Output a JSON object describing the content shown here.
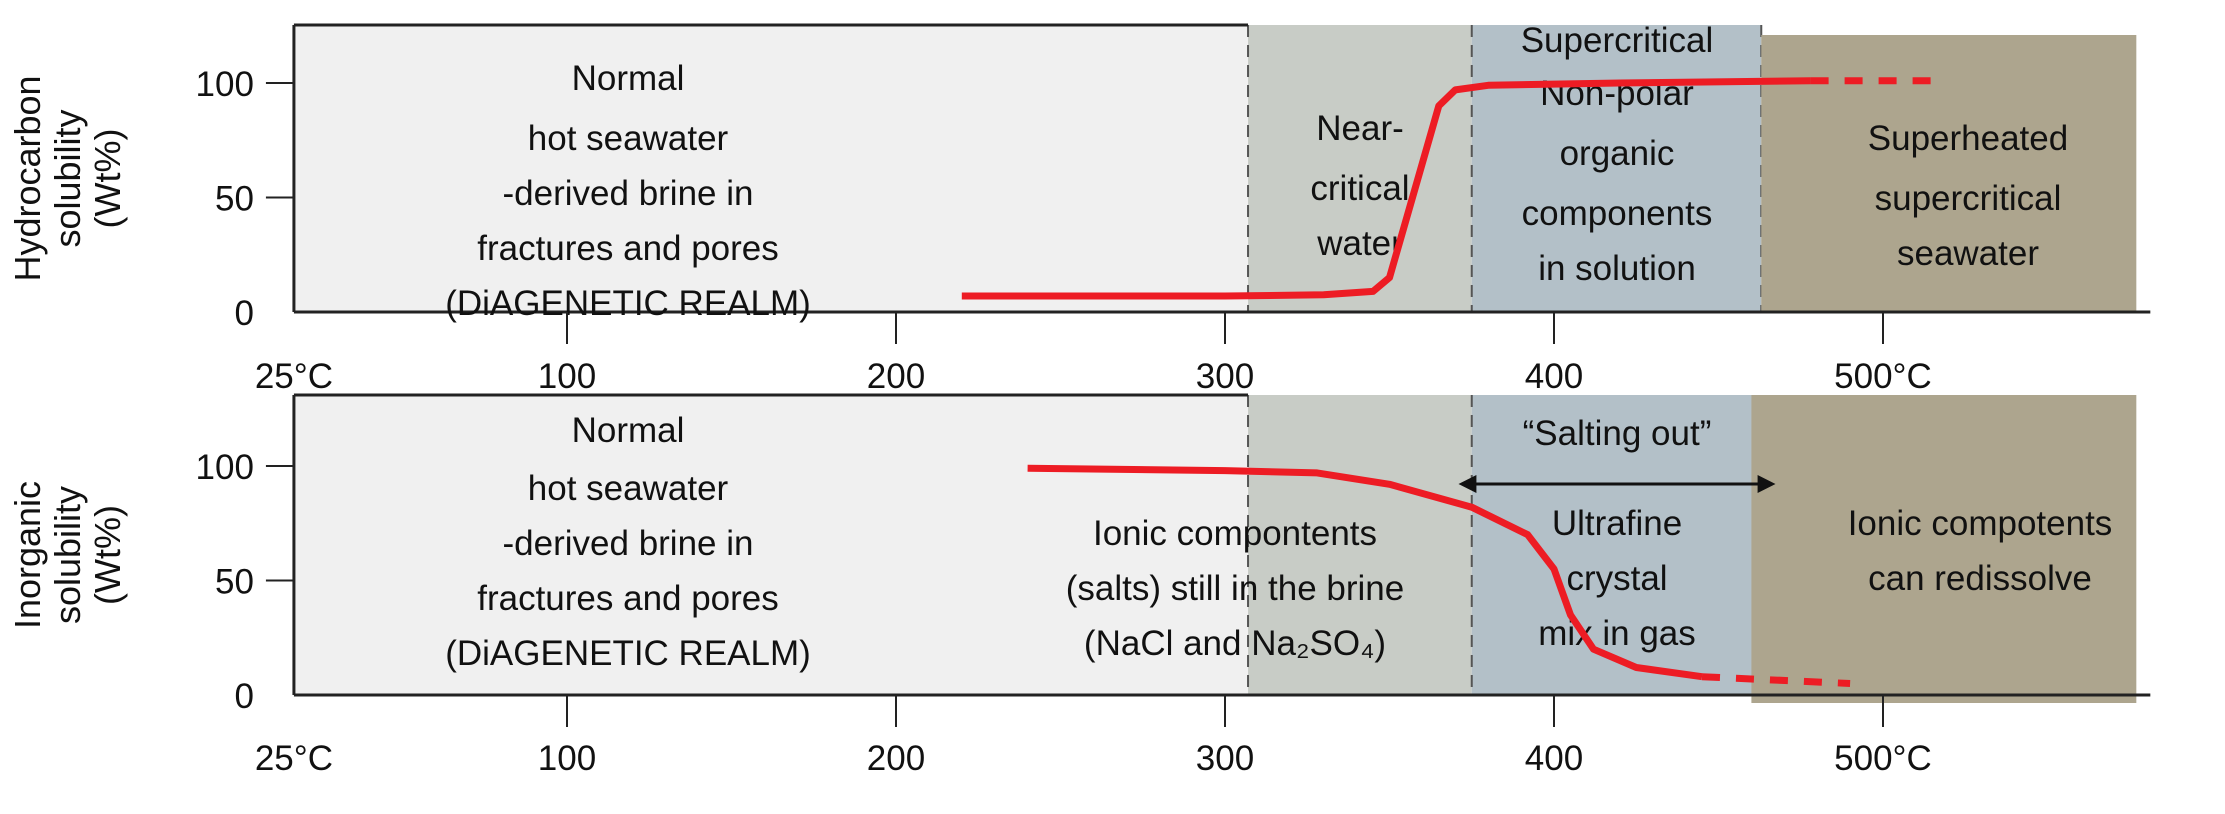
{
  "chart_data": [
    {
      "type": "line",
      "panel": "top",
      "ylabel": [
        "Hydrocarbon",
        "solubility",
        "(Wt%)"
      ],
      "x_ticks": [
        {
          "value": 25,
          "label": "25°C"
        },
        {
          "value": 100,
          "label": "100"
        },
        {
          "value": 200,
          "label": "200"
        },
        {
          "value": 300,
          "label": "300"
        },
        {
          "value": 400,
          "label": "400"
        },
        {
          "value": 500,
          "label": "500°C"
        }
      ],
      "y_ticks": [
        {
          "value": 0,
          "label": "0"
        },
        {
          "value": 50,
          "label": "50"
        },
        {
          "value": 100,
          "label": "100"
        }
      ],
      "xlim": [
        17,
        577
      ],
      "ylim": [
        0,
        125
      ],
      "regions": [
        {
          "name": "diagenetic",
          "x": [
            17,
            307
          ],
          "color": "#f0f0f0",
          "label": [
            "Normal",
            "hot seawater",
            "-derived brine in",
            "fractures and pores",
            "(DiAGENETIC REALM)"
          ]
        },
        {
          "name": "near-critical",
          "x": [
            307,
            375
          ],
          "color": "#c8ccc6",
          "label": [
            "Near-",
            "critical",
            "water"
          ]
        },
        {
          "name": "supercritical",
          "x": [
            375,
            463
          ],
          "color": "#b3c0c8",
          "label": [
            "Non-polar",
            "organic",
            "components",
            "in solution"
          ],
          "header": "Supercritical"
        },
        {
          "name": "superheated",
          "x": [
            463,
            577
          ],
          "color": "#ada58e",
          "label": [
            "Superheated",
            "supercritical",
            "seawater"
          ]
        }
      ],
      "series": [
        {
          "name": "solid",
          "style": "solid",
          "color": "#ed1c24",
          "x": [
            220,
            300,
            330,
            345,
            350,
            358,
            365,
            370,
            380,
            420,
            478
          ],
          "y": [
            7,
            7,
            7.5,
            9,
            15,
            55,
            90,
            97,
            99,
            100,
            101
          ]
        },
        {
          "name": "extrapolated",
          "style": "dashed",
          "color": "#ed1c24",
          "x": [
            478,
            515
          ],
          "y": [
            101,
            101
          ]
        }
      ]
    },
    {
      "type": "line",
      "panel": "bottom",
      "ylabel": [
        "Inorganic",
        "solubility",
        "(Wt%)"
      ],
      "x_ticks": [
        {
          "value": 25,
          "label": "25°C"
        },
        {
          "value": 100,
          "label": "100"
        },
        {
          "value": 200,
          "label": "200"
        },
        {
          "value": 300,
          "label": "300"
        },
        {
          "value": 400,
          "label": "400"
        },
        {
          "value": 500,
          "label": "500°C"
        }
      ],
      "y_ticks": [
        {
          "value": 0,
          "label": "0"
        },
        {
          "value": 50,
          "label": "50"
        },
        {
          "value": 100,
          "label": "100"
        }
      ],
      "xlim": [
        17,
        577
      ],
      "ylim": [
        0,
        130
      ],
      "regions": [
        {
          "name": "diagenetic",
          "x": [
            17,
            307
          ],
          "color": "#f0f0f0",
          "label": [
            "Normal",
            "hot seawater",
            "-derived brine in",
            "fractures and pores",
            "(DiAGENETIC REALM)"
          ]
        },
        {
          "name": "near-critical",
          "x": [
            307,
            375
          ],
          "color": "#c8ccc6",
          "label": [
            "Ionic compontents",
            "(salts) still in the brine",
            "(NaCl and Na₂SO₄)"
          ]
        },
        {
          "name": "supercritical",
          "x": [
            375,
            463
          ],
          "color": "#b3c0c8",
          "label": [
            "Ultrafine",
            "crystal",
            "mix in gas"
          ],
          "header": "“Salting out”"
        },
        {
          "name": "superheated",
          "x": [
            460,
            577
          ],
          "color": "#ada58e",
          "label": [
            "Ionic compotents",
            "can redissolve"
          ]
        }
      ],
      "series": [
        {
          "name": "solid",
          "style": "solid",
          "color": "#ed1c24",
          "x": [
            240,
            300,
            328,
            350,
            375,
            392,
            400,
            405,
            412,
            425,
            445
          ],
          "y": [
            99,
            98,
            97,
            92,
            82,
            70,
            55,
            35,
            20,
            12,
            8
          ]
        },
        {
          "name": "extrapolated",
          "style": "dashed",
          "color": "#ed1c24",
          "x": [
            445,
            490
          ],
          "y": [
            8,
            5
          ]
        }
      ]
    }
  ]
}
